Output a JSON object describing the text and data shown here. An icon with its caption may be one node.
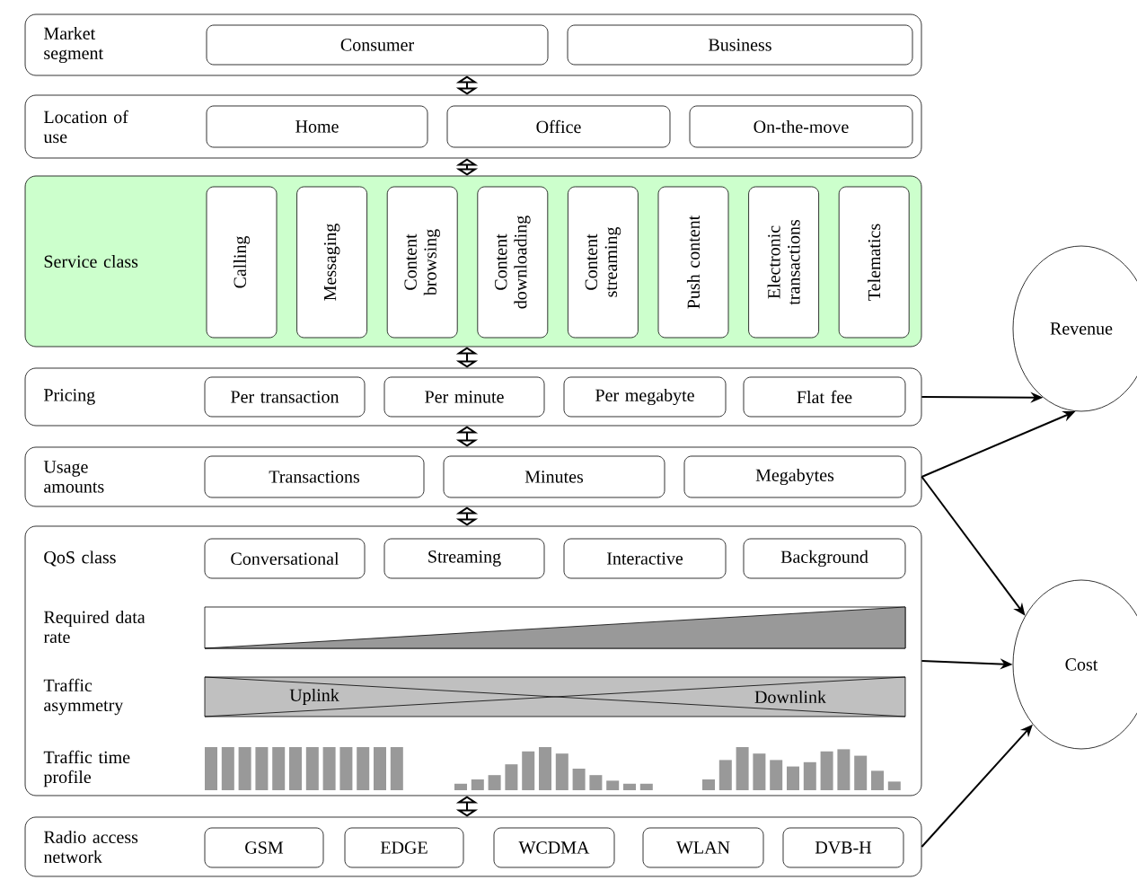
{
  "diagram": {
    "nodes": [
      {
        "text": [
          "Market segment"
        ]
      },
      {
        "text": [
          "Consumer"
        ],
        "in": 0
      },
      {
        "text": [
          "Business"
        ],
        "in": 0
      },
      {
        "text": [
          "Location of use"
        ]
      },
      {
        "text": [
          "Home"
        ],
        "in": 3
      },
      {
        "text": [
          "Office"
        ],
        "in": 3
      },
      {
        "text": [
          "On-the-move"
        ],
        "in": 3
      },
      {
        "text": [
          "Service class"
        ]
      },
      {
        "text": [
          "Calling"
        ],
        "in": 7
      },
      {
        "text": [
          "Messaging"
        ],
        "in": 7
      },
      {
        "text": [
          "Content browsing"
        ],
        "in": 7
      },
      {
        "text": [
          "Content downloading"
        ],
        "in": 7
      },
      {
        "text": [
          "Content streaming"
        ],
        "in": 7
      },
      {
        "text": [
          "Push content"
        ],
        "in": 7
      },
      {
        "text": [
          "Electronic transactions"
        ],
        "in": 7
      },
      {
        "text": [
          "Telematics"
        ],
        "in": 7
      },
      {
        "text": [
          "Pricing"
        ]
      },
      {
        "text": [
          "Per transaction"
        ],
        "in": 16
      },
      {
        "text": [
          "Per minute"
        ],
        "in": 16
      },
      {
        "text": [
          "Per megabyte"
        ],
        "in": 16
      },
      {
        "text": [
          "Flat fee"
        ],
        "in": 16
      },
      {
        "text": [
          "Usage amounts"
        ]
      },
      {
        "text": [
          "Transactions"
        ],
        "in": 21
      },
      {
        "text": [
          "Minutes"
        ],
        "in": 21
      },
      {
        "text": [
          "Megabytes"
        ],
        "in": 21
      },
      {
        "text": [
          "QoS class",
          "Required data rate",
          "Traffic asymmetry",
          "Traffic time profile"
        ]
      },
      {
        "text": [
          "Conversational"
        ],
        "in": 25
      },
      {
        "text": [
          "Streaming"
        ],
        "in": 25
      },
      {
        "text": [
          "Interactive"
        ],
        "in": 25
      },
      {
        "text": [
          "Background"
        ],
        "in": 25
      },
      {
        "text": [
          "Uplink",
          "Downlink"
        ],
        "in": 25
      },
      {
        "text": [
          "Radio access network"
        ]
      },
      {
        "text": [
          "GSM"
        ],
        "in": 31
      },
      {
        "text": [
          "EDGE"
        ],
        "in": 31
      },
      {
        "text": [
          "WCDMA"
        ],
        "in": 31
      },
      {
        "text": [
          "WLAN"
        ],
        "in": 31
      },
      {
        "text": [
          "DVB-H"
        ],
        "in": 31
      },
      {
        "text": [
          "Revenue"
        ]
      },
      {
        "text": [
          "Cost"
        ]
      }
    ],
    "edges": [
      {
        "from": 0,
        "to": 3,
        "arrow": "both"
      },
      {
        "from": 3,
        "to": 7,
        "arrow": "both"
      },
      {
        "from": 7,
        "to": 16,
        "arrow": "both"
      },
      {
        "from": 16,
        "to": 21,
        "arrow": "both"
      },
      {
        "from": 21,
        "to": 25,
        "arrow": "both"
      },
      {
        "from": 25,
        "to": 31,
        "arrow": "both"
      },
      {
        "from": 16,
        "to": 37,
        "arrow": "to"
      },
      {
        "from": 21,
        "to": 37,
        "arrow": "to"
      },
      {
        "from": 21,
        "to": 38,
        "arrow": "to"
      },
      {
        "from": 25,
        "to": 38,
        "arrow": "to"
      },
      {
        "from": 31,
        "to": 38,
        "arrow": "to"
      }
    ]
  }
}
